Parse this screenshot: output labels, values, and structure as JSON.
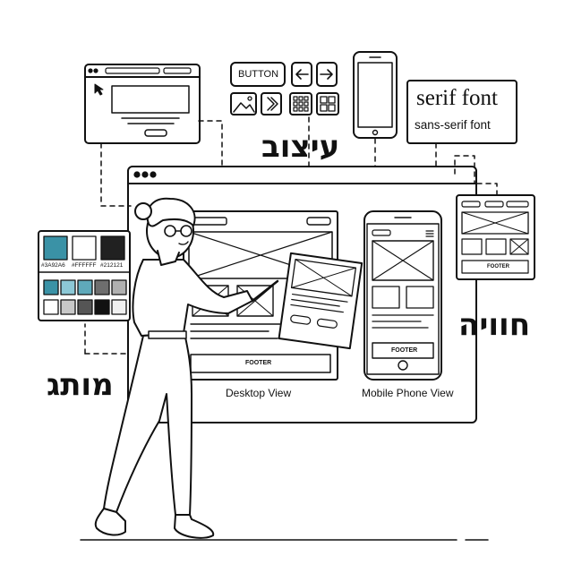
{
  "labels": {
    "design": "עיצוב",
    "experience": "חוויה",
    "brand": "מותג"
  },
  "typography": {
    "serif_sample": "serif font",
    "sans_sample": "sans-serif font"
  },
  "ui_kit": {
    "button_label": "BUTTON"
  },
  "views": {
    "desktop_caption": "Desktop View",
    "mobile_caption": "Mobile Phone View",
    "footer_label": "FOOTER"
  },
  "palette": {
    "swatches": [
      {
        "hex": "#3A92A6",
        "label": "#3A92A6"
      },
      {
        "hex": "#FFFFFF",
        "label": "#FFFFFF"
      },
      {
        "hex": "#212121",
        "label": "#212121"
      }
    ],
    "tints": [
      "#3A92A6",
      "#8CC8D6",
      "#5FA9BA",
      "#6E6E6E",
      "#B0B0B0",
      "#FFFFFF",
      "#C8C8C8",
      "#555555",
      "#111111",
      "#F0F0F0"
    ]
  }
}
